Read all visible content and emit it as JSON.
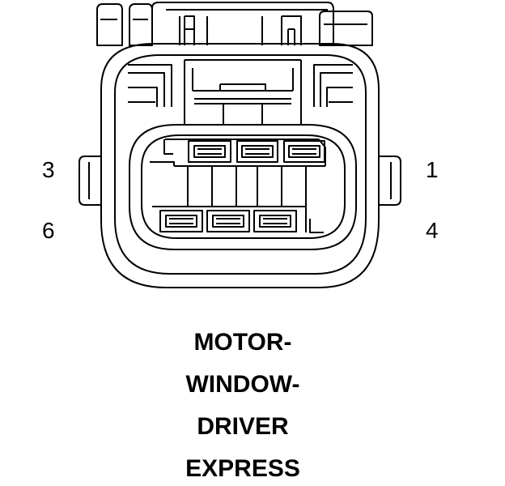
{
  "pins": {
    "top_left": "3",
    "top_right": "1",
    "bottom_left": "6",
    "bottom_right": "4"
  },
  "title_lines": [
    "MOTOR-",
    "WINDOW-",
    "DRIVER",
    "EXPRESS"
  ],
  "colors": {
    "stroke": "#000000",
    "background": "#ffffff"
  }
}
